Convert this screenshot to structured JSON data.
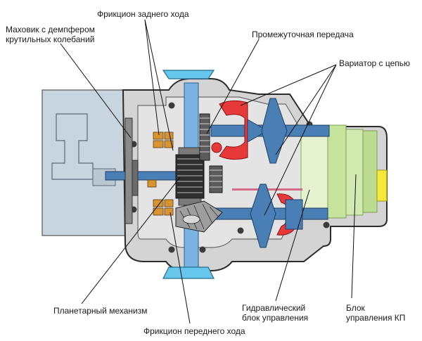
{
  "labels": {
    "flywheel_line1": "Маховик с демпфером",
    "flywheel_line2": "крутильных колебаний",
    "reverse_clutch": "Фрикцион заднего хода",
    "intermediate_gear": "Промежуточная передача",
    "variator": "Вариатор с цепью",
    "planetary": "Планетарный механизм",
    "forward_clutch": "Фрикцион переднего хода",
    "hydraulic_line1": "Гидравлический",
    "hydraulic_line2": "блок управления",
    "control_line1": "Блок",
    "control_line2": "управления КП"
  },
  "colors": {
    "engine": "#c9d5de",
    "housing": "#d4d4d4",
    "housing_dark": "#9a9a9a",
    "shaft_blue": "#4a7fb5",
    "shaft_light": "#7ab4e0",
    "flange_cyan": "#66c6ec",
    "pulley_red": "#e8393a",
    "green_block": "#c5e39a",
    "yellow_block": "#f3ea3a",
    "clutch_orange": "#d99432",
    "chain_pink": "#d46a8a"
  }
}
